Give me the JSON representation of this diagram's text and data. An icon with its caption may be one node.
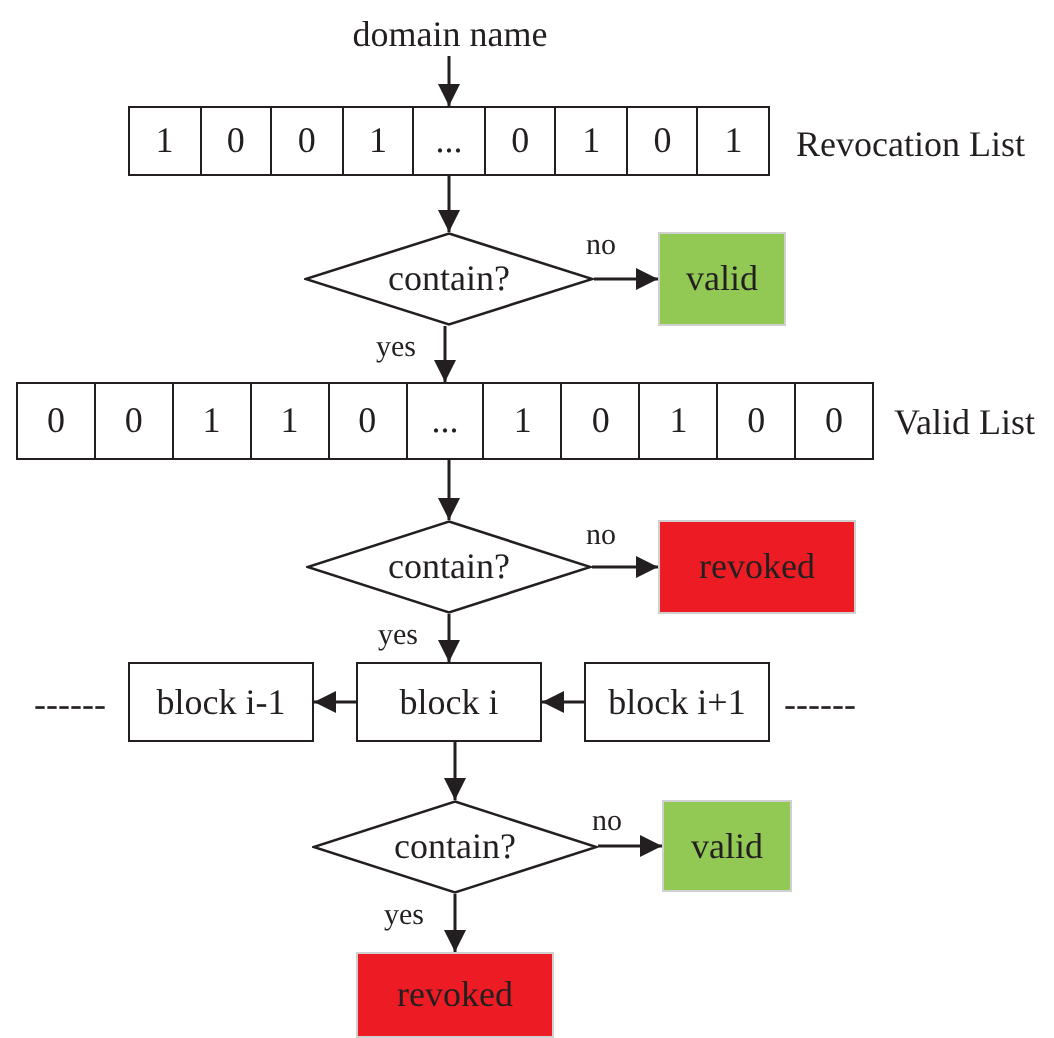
{
  "diagram": {
    "nodes": [
      {
        "text": [
          "domain name"
        ]
      },
      {
        "text": [
          "1",
          "0",
          "0",
          "1",
          "...",
          "0",
          "1",
          "0",
          "1"
        ],
        "beside": [
          "Revocation List"
        ]
      },
      {
        "text": [
          "contain?"
        ]
      },
      {
        "text": [
          "valid"
        ]
      },
      {
        "text": [
          "0",
          "0",
          "1",
          "1",
          "0",
          "...",
          "1",
          "0",
          "1",
          "0",
          "0"
        ],
        "beside": [
          "Valid List"
        ]
      },
      {
        "text": [
          "contain?"
        ]
      },
      {
        "text": [
          "revoked"
        ]
      },
      {
        "text": [
          "block i-1"
        ]
      },
      {
        "text": [
          "block i"
        ]
      },
      {
        "text": [
          "block i+1"
        ]
      },
      {
        "text": [
          "contain?"
        ]
      },
      {
        "text": [
          "valid"
        ]
      },
      {
        "text": [
          "revoked"
        ]
      }
    ],
    "edges": [
      {
        "from": 0,
        "to": 1,
        "arrow": "to"
      },
      {
        "from": 1,
        "to": 2,
        "arrow": "to"
      },
      {
        "from": 2,
        "to": 3,
        "arrow": "to",
        "label": "no"
      },
      {
        "from": 2,
        "to": 4,
        "arrow": "to",
        "label": "yes"
      },
      {
        "from": 4,
        "to": 5,
        "arrow": "to"
      },
      {
        "from": 5,
        "to": 6,
        "arrow": "to",
        "label": "no"
      },
      {
        "from": 5,
        "to": 8,
        "arrow": "to",
        "label": "yes"
      },
      {
        "from": 8,
        "to": 7,
        "arrow": "to"
      },
      {
        "from": 9,
        "to": 8,
        "arrow": "to"
      },
      {
        "from": 8,
        "to": 10,
        "arrow": "to"
      },
      {
        "from": 10,
        "to": 11,
        "arrow": "to",
        "label": "no"
      },
      {
        "from": 10,
        "to": 12,
        "arrow": "to",
        "label": "yes"
      }
    ],
    "labels": [
      "------",
      "------"
    ]
  }
}
